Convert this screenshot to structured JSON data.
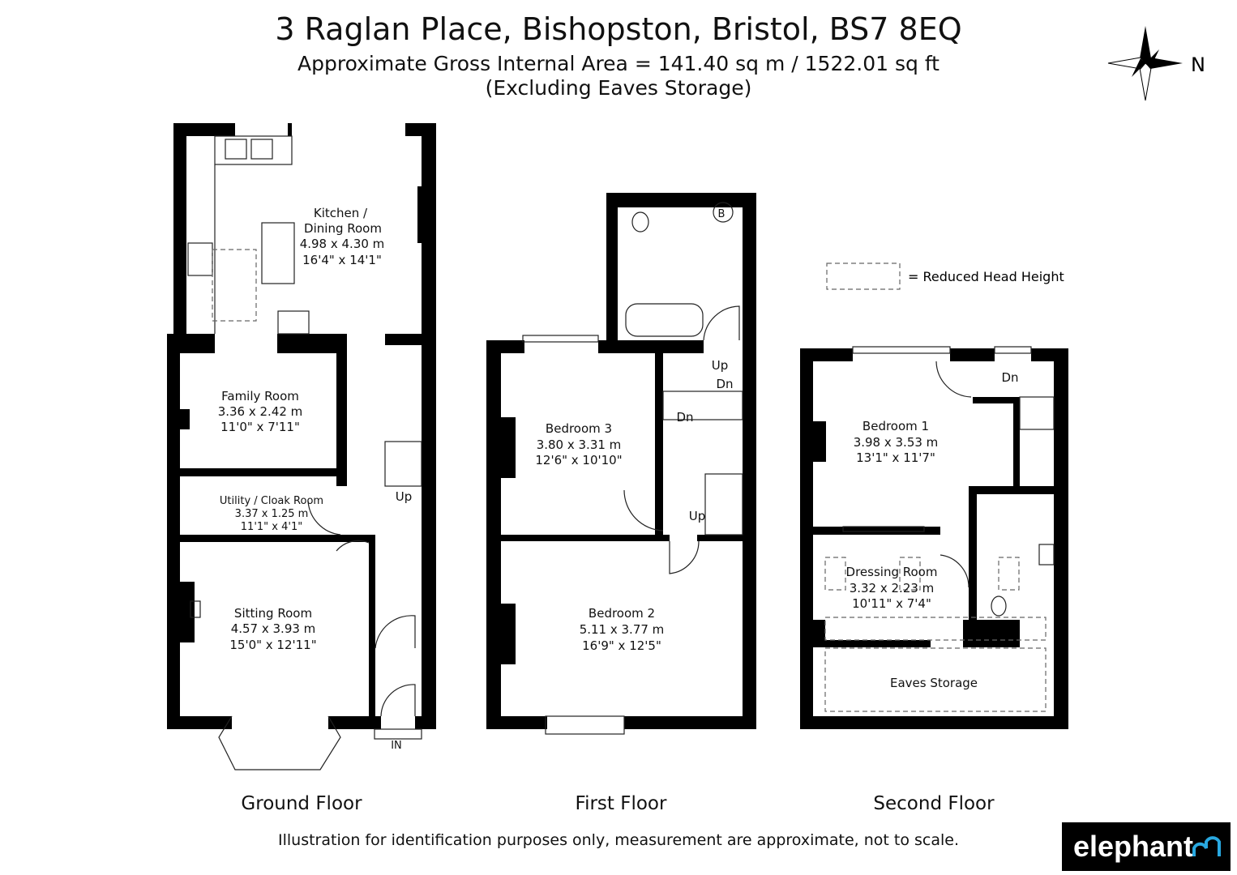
{
  "header": {
    "title": "3 Raglan Place, Bishopston, Bristol, BS7 8EQ",
    "area": "Approximate Gross Internal Area = 141.40 sq m / 1522.01 sq ft",
    "note": "(Excluding Eaves Storage)"
  },
  "compass": {
    "label": "N"
  },
  "legend": {
    "label": "=  Reduced Head Height"
  },
  "ground_floor": {
    "label": "Ground Floor",
    "rooms": [
      {
        "name": "Kitchen /",
        "name2": "Dining Room",
        "metric": "4.98 x 4.30 m",
        "imperial": "16'4\" x 14'1\""
      },
      {
        "name": "Family Room",
        "metric": "3.36 x 2.42 m",
        "imperial": "11'0\" x 7'11\""
      },
      {
        "name": "Utility / Cloak Room",
        "metric": "3.37 x 1.25 m",
        "imperial": "11'1\" x 4'1\""
      },
      {
        "name": "Sitting Room",
        "metric": "4.57 x 3.93 m",
        "imperial": "15'0\" x 12'11\""
      }
    ],
    "stairs_label": "Up",
    "entrance_label": "IN"
  },
  "first_floor": {
    "label": "First Floor",
    "rooms": [
      {
        "name": "Bedroom 3",
        "metric": "3.80 x 3.31 m",
        "imperial": "12'6\" x 10'10\""
      },
      {
        "name": "Bedroom 2",
        "metric": "5.11 x 3.77 m",
        "imperial": "16'9\" x 12'5\""
      }
    ],
    "boiler_label": "B",
    "stairs": [
      "Up",
      "Dn",
      "Dn",
      "Up"
    ]
  },
  "second_floor": {
    "label": "Second Floor",
    "rooms": [
      {
        "name": "Bedroom 1",
        "metric": "3.98 x 3.53 m",
        "imperial": "13'1\" x 11'7\""
      },
      {
        "name": "Dressing Room",
        "metric": "3.32 x 2.23 m",
        "imperial": "10'11\" x 7'4\""
      },
      {
        "name": "Eaves Storage"
      }
    ],
    "stairs_label": "Dn"
  },
  "footer": {
    "disclaimer": "Illustration for identification purposes only, measurement are approximate, not to scale.",
    "logo": "elephant"
  },
  "colors": {
    "wall": "#000000",
    "logo_accent": "#29a8e0"
  }
}
